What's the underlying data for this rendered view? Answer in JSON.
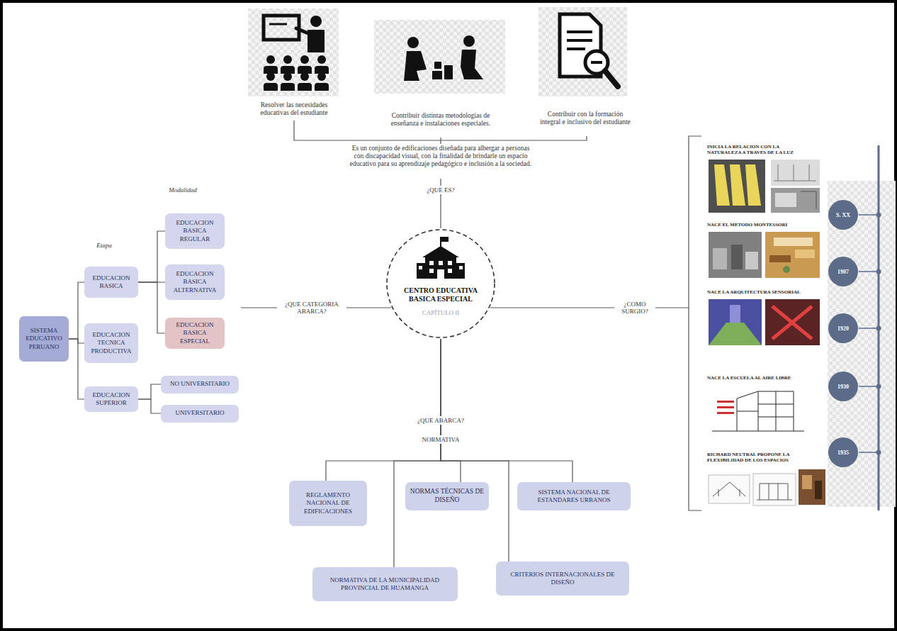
{
  "diagram": {
    "nodes": [
      {
        "text": [
          "SISTEMA EDUCATIVO PERUANO"
        ]
      },
      {
        "text": [
          "EDUCACION BASICA"
        ]
      },
      {
        "text": [
          "EDUCACION TECNICA PRODUCTIVA"
        ]
      },
      {
        "text": [
          "EDUCACION SUPERIOR"
        ]
      },
      {
        "text": [
          "EDUCACION BASICA REGULAR"
        ]
      },
      {
        "text": [
          "EDUCACION BASICA ALTERNATIVA"
        ]
      },
      {
        "text": [
          "EDUCACION BASICA ESPECIAL"
        ]
      },
      {
        "text": [
          "NO UNIVERSITARIO"
        ]
      },
      {
        "text": [
          "UNIVERSITARIO"
        ]
      },
      {
        "text": [
          "CENTRO EDUCATIVA BASICA ESPECIAL",
          "CAPÍTULO II"
        ]
      },
      {
        "text": [
          "REGLAMENTO NACIONAL DE EDIFICACIONES"
        ]
      },
      {
        "text": [
          "NORMAS TÉCNICAS DE DISEÑO"
        ]
      },
      {
        "text": [
          "SISTEMA NACIONAL DE ESTANDARES URBANOS"
        ]
      },
      {
        "text": [
          "NORMATIVA DE LA MUNICIPALIDAD PROVINCIAL DE HUAMANGA"
        ]
      },
      {
        "text": [
          "CRITERIOS INTERNACIONALES DE DISEÑO"
        ]
      },
      {
        "text": [
          "S. XX"
        ]
      },
      {
        "text": [
          "1907"
        ]
      },
      {
        "text": [
          "1920"
        ]
      },
      {
        "text": [
          "1930"
        ]
      },
      {
        "text": [
          "1935"
        ]
      }
    ],
    "edges": [
      {
        "from": 0,
        "to": 1,
        "arrow": "none"
      },
      {
        "from": 0,
        "to": 2,
        "arrow": "none"
      },
      {
        "from": 0,
        "to": 3,
        "arrow": "none"
      },
      {
        "from": 1,
        "to": 4,
        "arrow": "none"
      },
      {
        "from": 1,
        "to": 5,
        "arrow": "none"
      },
      {
        "from": 1,
        "to": 6,
        "arrow": "none"
      },
      {
        "from": 3,
        "to": 7,
        "arrow": "none"
      },
      {
        "from": 3,
        "to": 8,
        "arrow": "none"
      },
      {
        "from": 9,
        "to": 10,
        "arrow": "none"
      },
      {
        "from": 9,
        "to": 11,
        "arrow": "none"
      },
      {
        "from": 9,
        "to": 12,
        "arrow": "none"
      },
      {
        "from": 9,
        "to": 13,
        "arrow": "none"
      },
      {
        "from": 9,
        "to": 14,
        "arrow": "none"
      }
    ],
    "labels": [
      "Resolver las necesidades educativas del estudiante",
      "Contribuir distintas metodologías de enseñanza e instalaciones especiales.",
      "Contribuir con la formación integral e inclusivo del estudiante",
      "Es un conjunto de edificaciones diseñada para albergar a personas con discapacidad visual, con la finalidad de brindarle un espacio educativo para su aprendizaje pedagógico e inclusión a la sociedad.",
      "¿QUE ES?",
      "Etapa",
      "Modalidad",
      "¿QUE CATEGORIA ABARCA?",
      "¿COMO SURGIO?",
      "INICIA LA RELACION CON LA NATURALEZA A TRAVES DE LA LUZ",
      "NACE EL METODO MONTESSORI",
      "NACE LA ARQUITECTURA SENSORIAL",
      "NACE LA ESCUELA AL AIRE LIBRE",
      "RICHARD NEUTRAL PROPONE LA FLEXIBILIDAD DE LOS ESPACIOS",
      "¿QUE ABARCA?",
      "NORMATIVA"
    ]
  }
}
